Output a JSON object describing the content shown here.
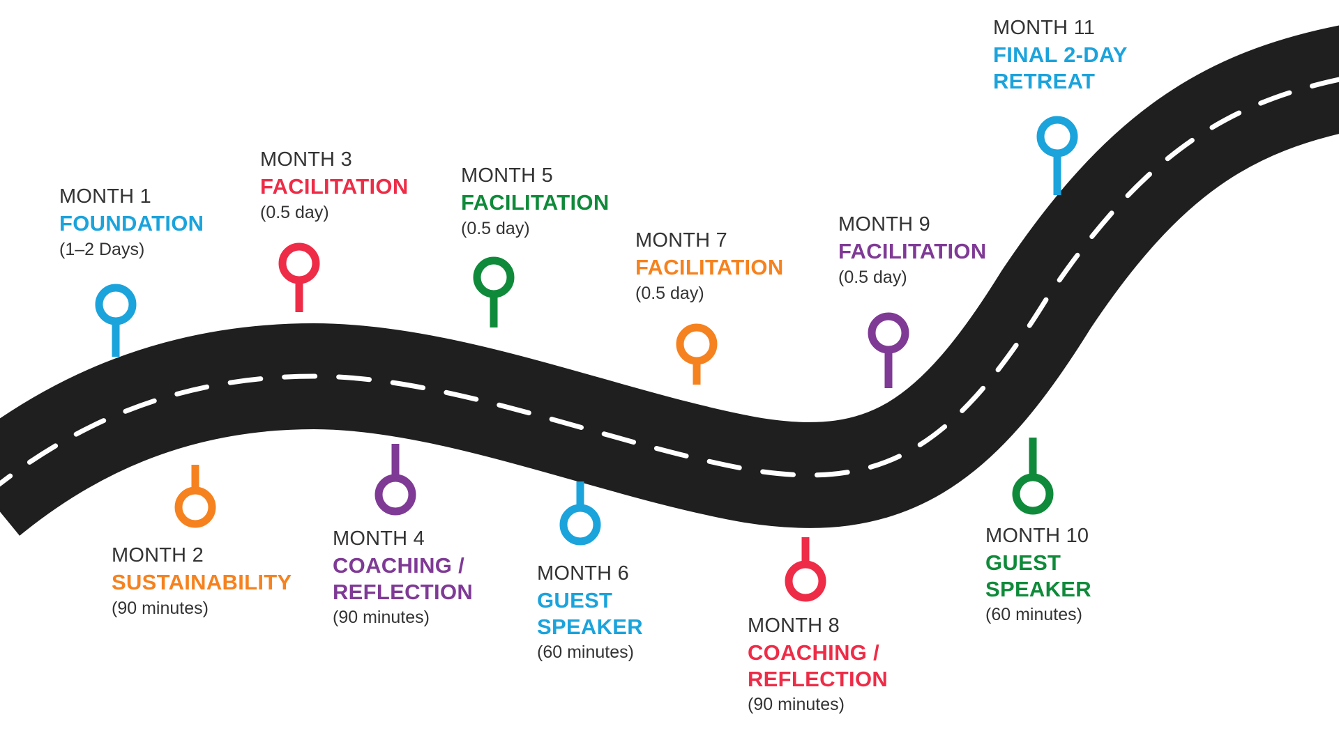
{
  "colors": {
    "road": "#1f1f1f",
    "lane": "#ffffff",
    "blue": "#1ba3dc",
    "red": "#ee2c47",
    "orange": "#f5821f",
    "green": "#0f8a3a",
    "purple": "#7f3a95"
  },
  "milestones": [
    {
      "month": "MONTH 1",
      "title": [
        "FOUNDATION"
      ],
      "duration": "(1–2 Days)",
      "color": "#1ba3dc",
      "pin_icon": "map-pin-icon"
    },
    {
      "month": "MONTH 2",
      "title": [
        "SUSTAINABILITY"
      ],
      "duration": "(90 minutes)",
      "color": "#f5821f",
      "pin_icon": "map-pin-icon"
    },
    {
      "month": "MONTH 3",
      "title": [
        "FACILITATION"
      ],
      "duration": "(0.5 day)",
      "color": "#ee2c47",
      "pin_icon": "map-pin-icon"
    },
    {
      "month": "MONTH 4",
      "title": [
        "COACHING /",
        "REFLECTION"
      ],
      "duration": "(90 minutes)",
      "color": "#7f3a95",
      "pin_icon": "map-pin-icon"
    },
    {
      "month": "MONTH 5",
      "title": [
        "FACILITATION"
      ],
      "duration": "(0.5 day)",
      "color": "#0f8a3a",
      "pin_icon": "map-pin-icon"
    },
    {
      "month": "MONTH 6",
      "title": [
        "GUEST",
        "SPEAKER"
      ],
      "duration": "(60 minutes)",
      "color": "#1ba3dc",
      "pin_icon": "map-pin-icon"
    },
    {
      "month": "MONTH 7",
      "title": [
        "FACILITATION"
      ],
      "duration": "(0.5 day)",
      "color": "#f5821f",
      "pin_icon": "map-pin-icon"
    },
    {
      "month": "MONTH 8",
      "title": [
        "COACHING /",
        "REFLECTION"
      ],
      "duration": "(90 minutes)",
      "color": "#ee2c47",
      "pin_icon": "map-pin-icon"
    },
    {
      "month": "MONTH 9",
      "title": [
        "FACILITATION"
      ],
      "duration": "(0.5 day)",
      "color": "#7f3a95",
      "pin_icon": "map-pin-icon"
    },
    {
      "month": "MONTH 10",
      "title": [
        "GUEST",
        "SPEAKER"
      ],
      "duration": "(60 minutes)",
      "color": "#0f8a3a",
      "pin_icon": "map-pin-icon"
    },
    {
      "month": "MONTH 11",
      "title": [
        "FINAL 2-DAY",
        "RETREAT"
      ],
      "duration": "",
      "color": "#1ba3dc",
      "pin_icon": "map-pin-icon"
    }
  ]
}
